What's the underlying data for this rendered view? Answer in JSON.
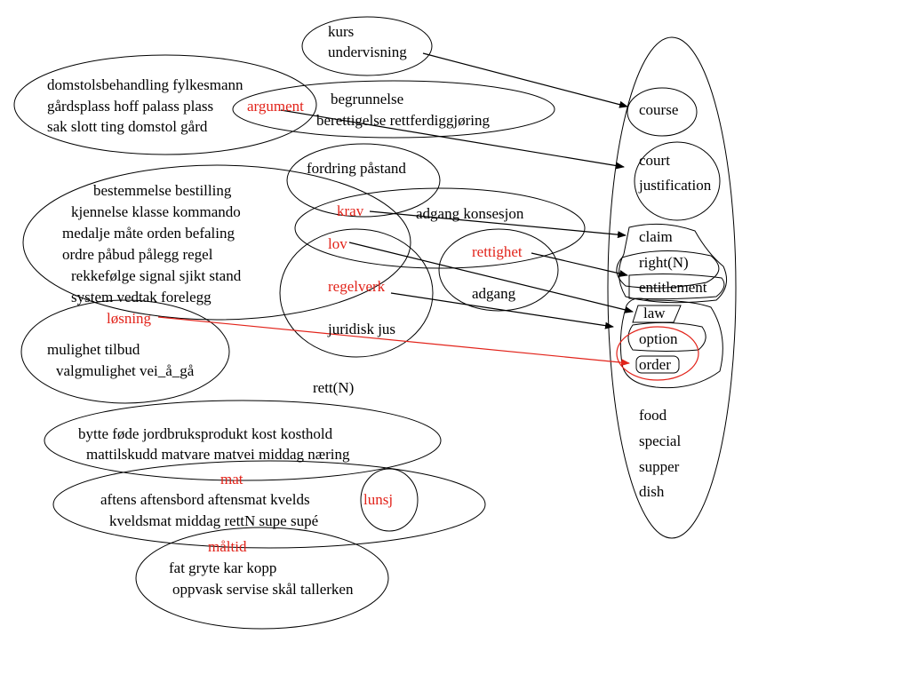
{
  "colors": {
    "ink": "#000000",
    "accent": "#e2231a",
    "background": "#ffffff"
  },
  "groups": {
    "kurs": {
      "line1": "kurs",
      "line2": "undervisning"
    },
    "domstol": {
      "line1": "domstolsbehandling fylkesmann",
      "line2": "gårdsplass hoff palass plass",
      "line3": "sak slott ting domstol gård"
    },
    "argument": {
      "keyword": "argument",
      "line1": "begrunnelse",
      "line2": "berettigelse rettferdiggjøring"
    },
    "fordring": {
      "line1": "fordring påstand"
    },
    "bestemmelse": {
      "line1": "bestemmelse bestilling",
      "line2": "kjennelse klasse kommando",
      "line3": "medalje måte orden befaling",
      "line4": "ordre påbud pålegg regel",
      "line5": "rekkefølge signal sjikt stand",
      "line6": "system vedtak forelegg"
    },
    "krav": {
      "keyword": "krav",
      "adgang_konsesjon": "adgang konsesjon"
    },
    "lov": {
      "keyword": "lov"
    },
    "rettighet": {
      "keyword": "rettighet",
      "adgang": "adgang"
    },
    "regelverk": {
      "keyword": "regelverk",
      "juridisk": "juridisk jus"
    },
    "losning": {
      "keyword": "løsning",
      "line1": "mulighet tilbud",
      "line2": "valgmulighet vei_å_gå"
    },
    "center": {
      "label": "rett(N)"
    },
    "food": {
      "line1": "bytte føde jordbruksprodukt kost kosthold",
      "line2": "mattilskudd matvare matvei middag næring",
      "mat": "mat",
      "line3": "aftens aftensbord aftensmat kvelds",
      "line4": "kveldsmat middag rettN supe supé",
      "lunsj": "lunsj",
      "maltid": "måltid",
      "line5": "fat gryte kar kopp",
      "line6": "oppvask servise skål tallerken"
    }
  },
  "english": {
    "course": "course",
    "court": "court",
    "justification": "justification",
    "claim": "claim",
    "right": "right(N)",
    "entitlement": "entitlement",
    "law": "law",
    "option": "option",
    "order": "order",
    "food": "food",
    "special": "special",
    "supper": "supper",
    "dish": "dish"
  }
}
